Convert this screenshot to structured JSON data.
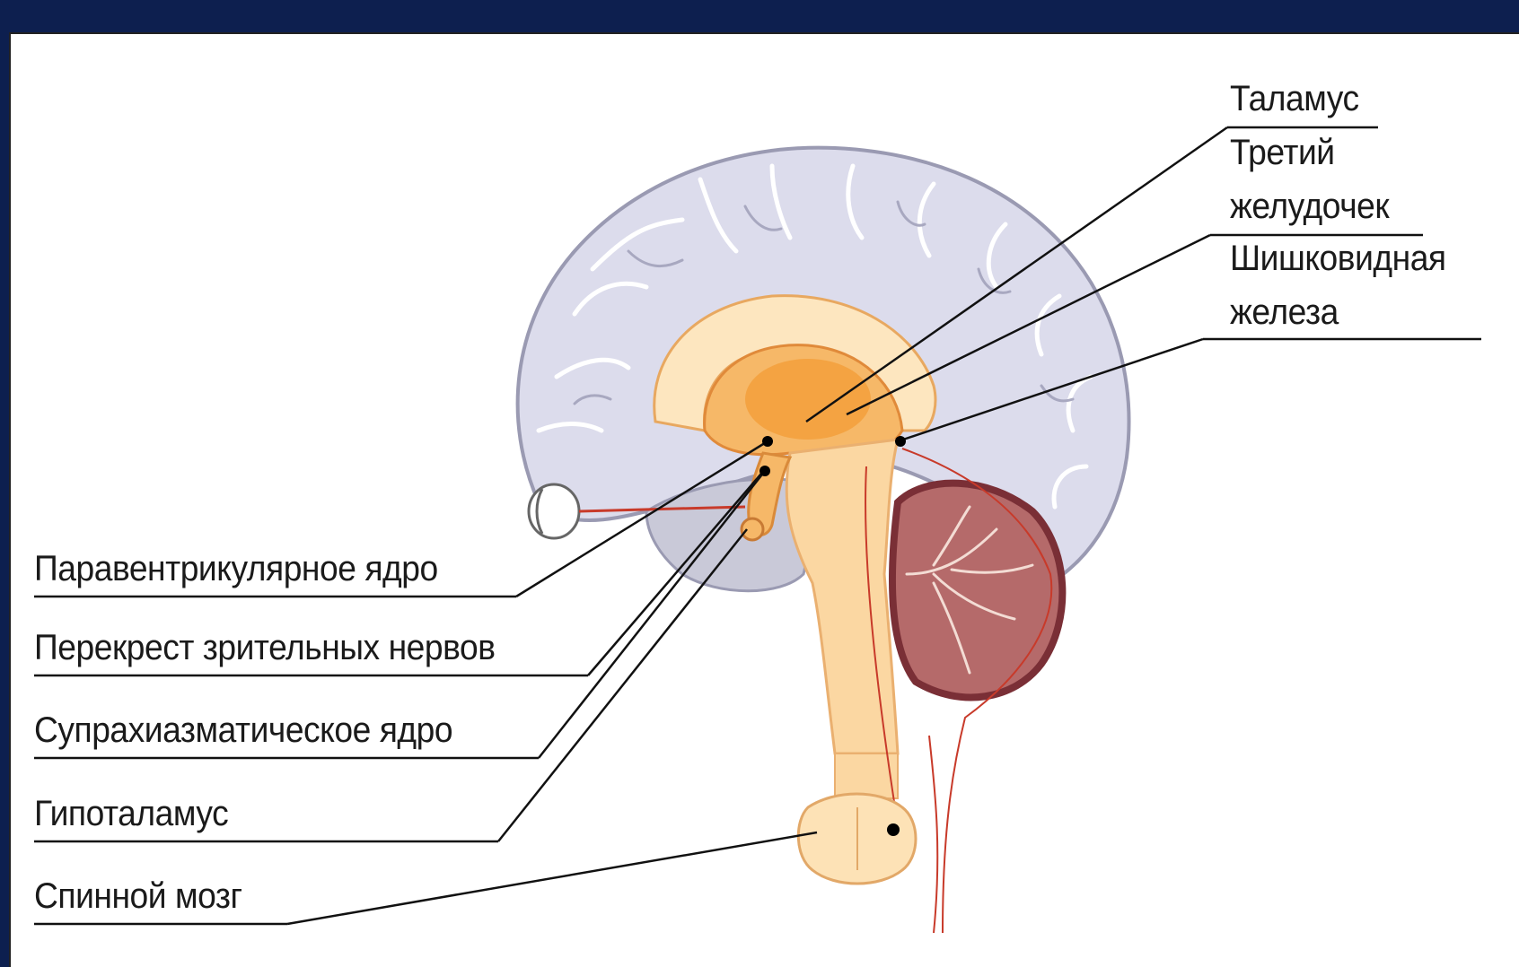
{
  "labels": {
    "thalamus": "Таламус",
    "third_ventricle_1": "Третий",
    "third_ventricle_2": "желудочек",
    "pineal_1": "Шишковидная",
    "pineal_2": "железа",
    "paraventricular": "Паравентрикулярное ядро",
    "optic_chiasm": "Перекрест зрительных нервов",
    "suprachiasmatic": "Супрахиазматическое ядро",
    "hypothalamus": "Гипоталамус",
    "spinal_cord": "Спинной мозг"
  },
  "colors": {
    "background": "#0d1f4f",
    "cortex": "#dcdcec",
    "cortex_fold": "#b8b8cc",
    "inner_orange": "#f6c87a",
    "bright_orange": "#f39c36",
    "brainstem": "#fbd7a2",
    "cerebellum": "#b56a6a",
    "cerebellum_dark": "#7a2f36",
    "pathway_red": "#c83a2a"
  }
}
